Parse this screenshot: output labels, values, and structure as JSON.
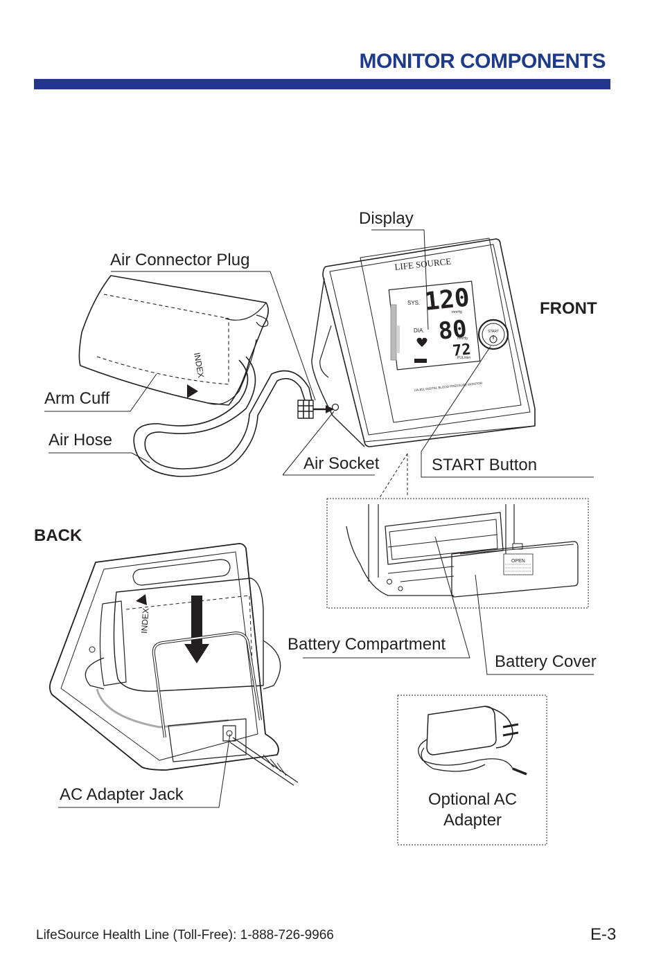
{
  "header": {
    "title": "MONITOR COMPONENTS"
  },
  "labels": {
    "display": "Display",
    "air_connector_plug": "Air Connector Plug",
    "front": "FRONT",
    "arm_cuff": "Arm Cuff",
    "air_hose": "Air Hose",
    "air_socket": "Air Socket",
    "start_button": "START Button",
    "back": "BACK",
    "battery_compartment": "Battery Compartment",
    "battery_cover": "Battery Cover",
    "ac_adapter_jack": "AC Adapter Jack",
    "optional_ac_adapter": "Optional AC Adapter"
  },
  "device": {
    "brand": "LIFE SOURCE",
    "sys_label": "SYS.",
    "dia_label": "DIA.",
    "sys_value": "120",
    "dia_value": "80",
    "pulse_value": "72",
    "unit_mmhg": "mmHg",
    "unit_pulse": "PUL/min",
    "start_text": "START",
    "model_text": "UA-851 DIGITAL BLOOD PRESSURE MONITOR",
    "cuff_index": "INDEX",
    "open_text": "OPEN"
  },
  "footer": {
    "health_line": "LifeSource Health Line (Toll-Free):  1-888-726-9966",
    "page_number": "E-3"
  }
}
